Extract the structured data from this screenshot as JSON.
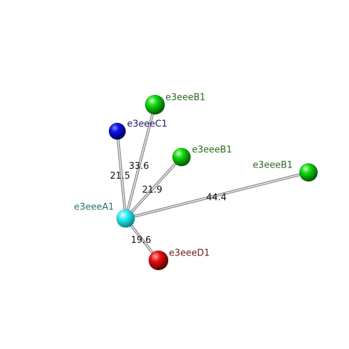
{
  "molecule": {
    "center": {
      "id": "A1",
      "label": "e3eeeA1",
      "color": "#00e5ee",
      "label_color": "#2f6f6f"
    },
    "neighbors": [
      {
        "id": "C1",
        "label": "e3eeeC1",
        "color": "#0000dd",
        "label_color": "#1a1a6e",
        "distance": "21.5"
      },
      {
        "id": "B1a",
        "label": "e3eeeB1",
        "color": "#00cc00",
        "label_color": "#2a6a1f",
        "distance": "33.6"
      },
      {
        "id": "B1b",
        "label": "e3eeeB1",
        "color": "#00cc00",
        "label_color": "#2a6a1f",
        "distance": "21.9"
      },
      {
        "id": "B1c",
        "label": "e3eeeB1",
        "color": "#00cc00",
        "label_color": "#2a6a1f",
        "distance": "44.4"
      },
      {
        "id": "D1",
        "label": "e3eeeD1",
        "color": "#ee0000",
        "label_color": "#6e1a1a",
        "distance": "19.6"
      }
    ]
  }
}
